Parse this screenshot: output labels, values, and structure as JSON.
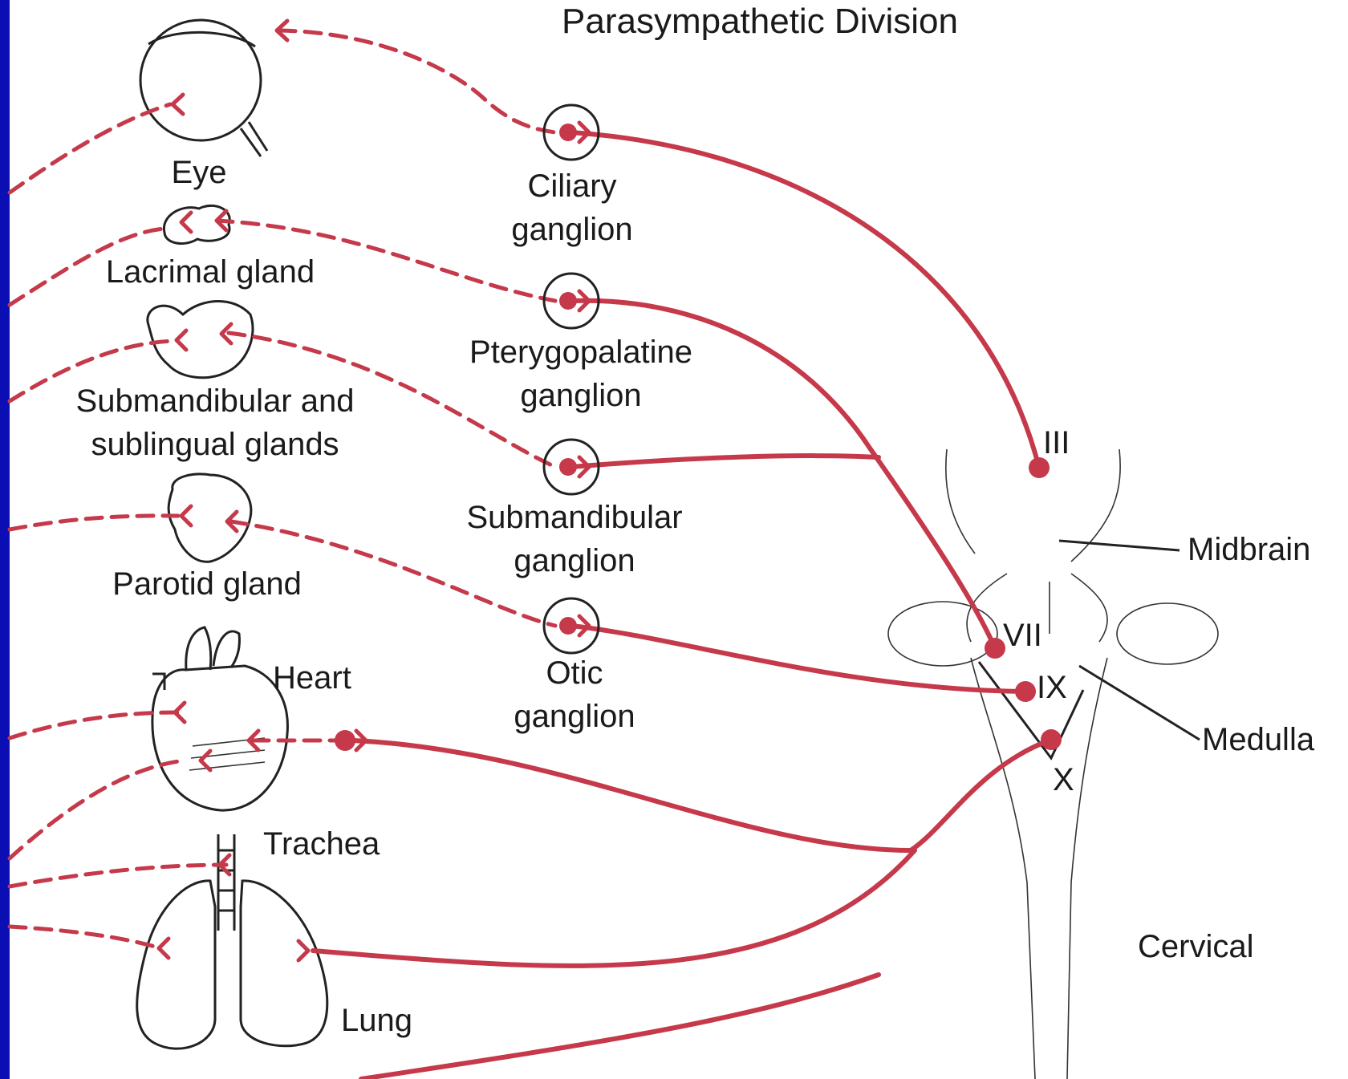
{
  "title": "Parasympathetic Division",
  "organs": {
    "eye": "Eye",
    "lacrimal": "Lacrimal gland",
    "submandibular_line1": "Submandibular and",
    "submandibular_line2": "sublingual glands",
    "parotid": "Parotid gland",
    "heart": "Heart",
    "trachea": "Trachea",
    "lung": "Lung"
  },
  "ganglia": {
    "ciliary_line1": "Ciliary",
    "ciliary_line2": "ganglion",
    "pterygopalatine_line1": "Pterygopalatine",
    "pterygopalatine_line2": "ganglion",
    "submandibular_line1": "Submandibular",
    "submandibular_line2": "ganglion",
    "otic_line1": "Otic",
    "otic_line2": "ganglion"
  },
  "cranial_nerves": {
    "III": "III",
    "VII": "VII",
    "IX": "IX",
    "X": "X"
  },
  "brain_regions": {
    "midbrain": "Midbrain",
    "medulla": "Medulla",
    "cervical": "Cervical"
  },
  "colors": {
    "nerve": "#c5394a",
    "frame": "#0b0fb3",
    "ink": "#222222"
  }
}
